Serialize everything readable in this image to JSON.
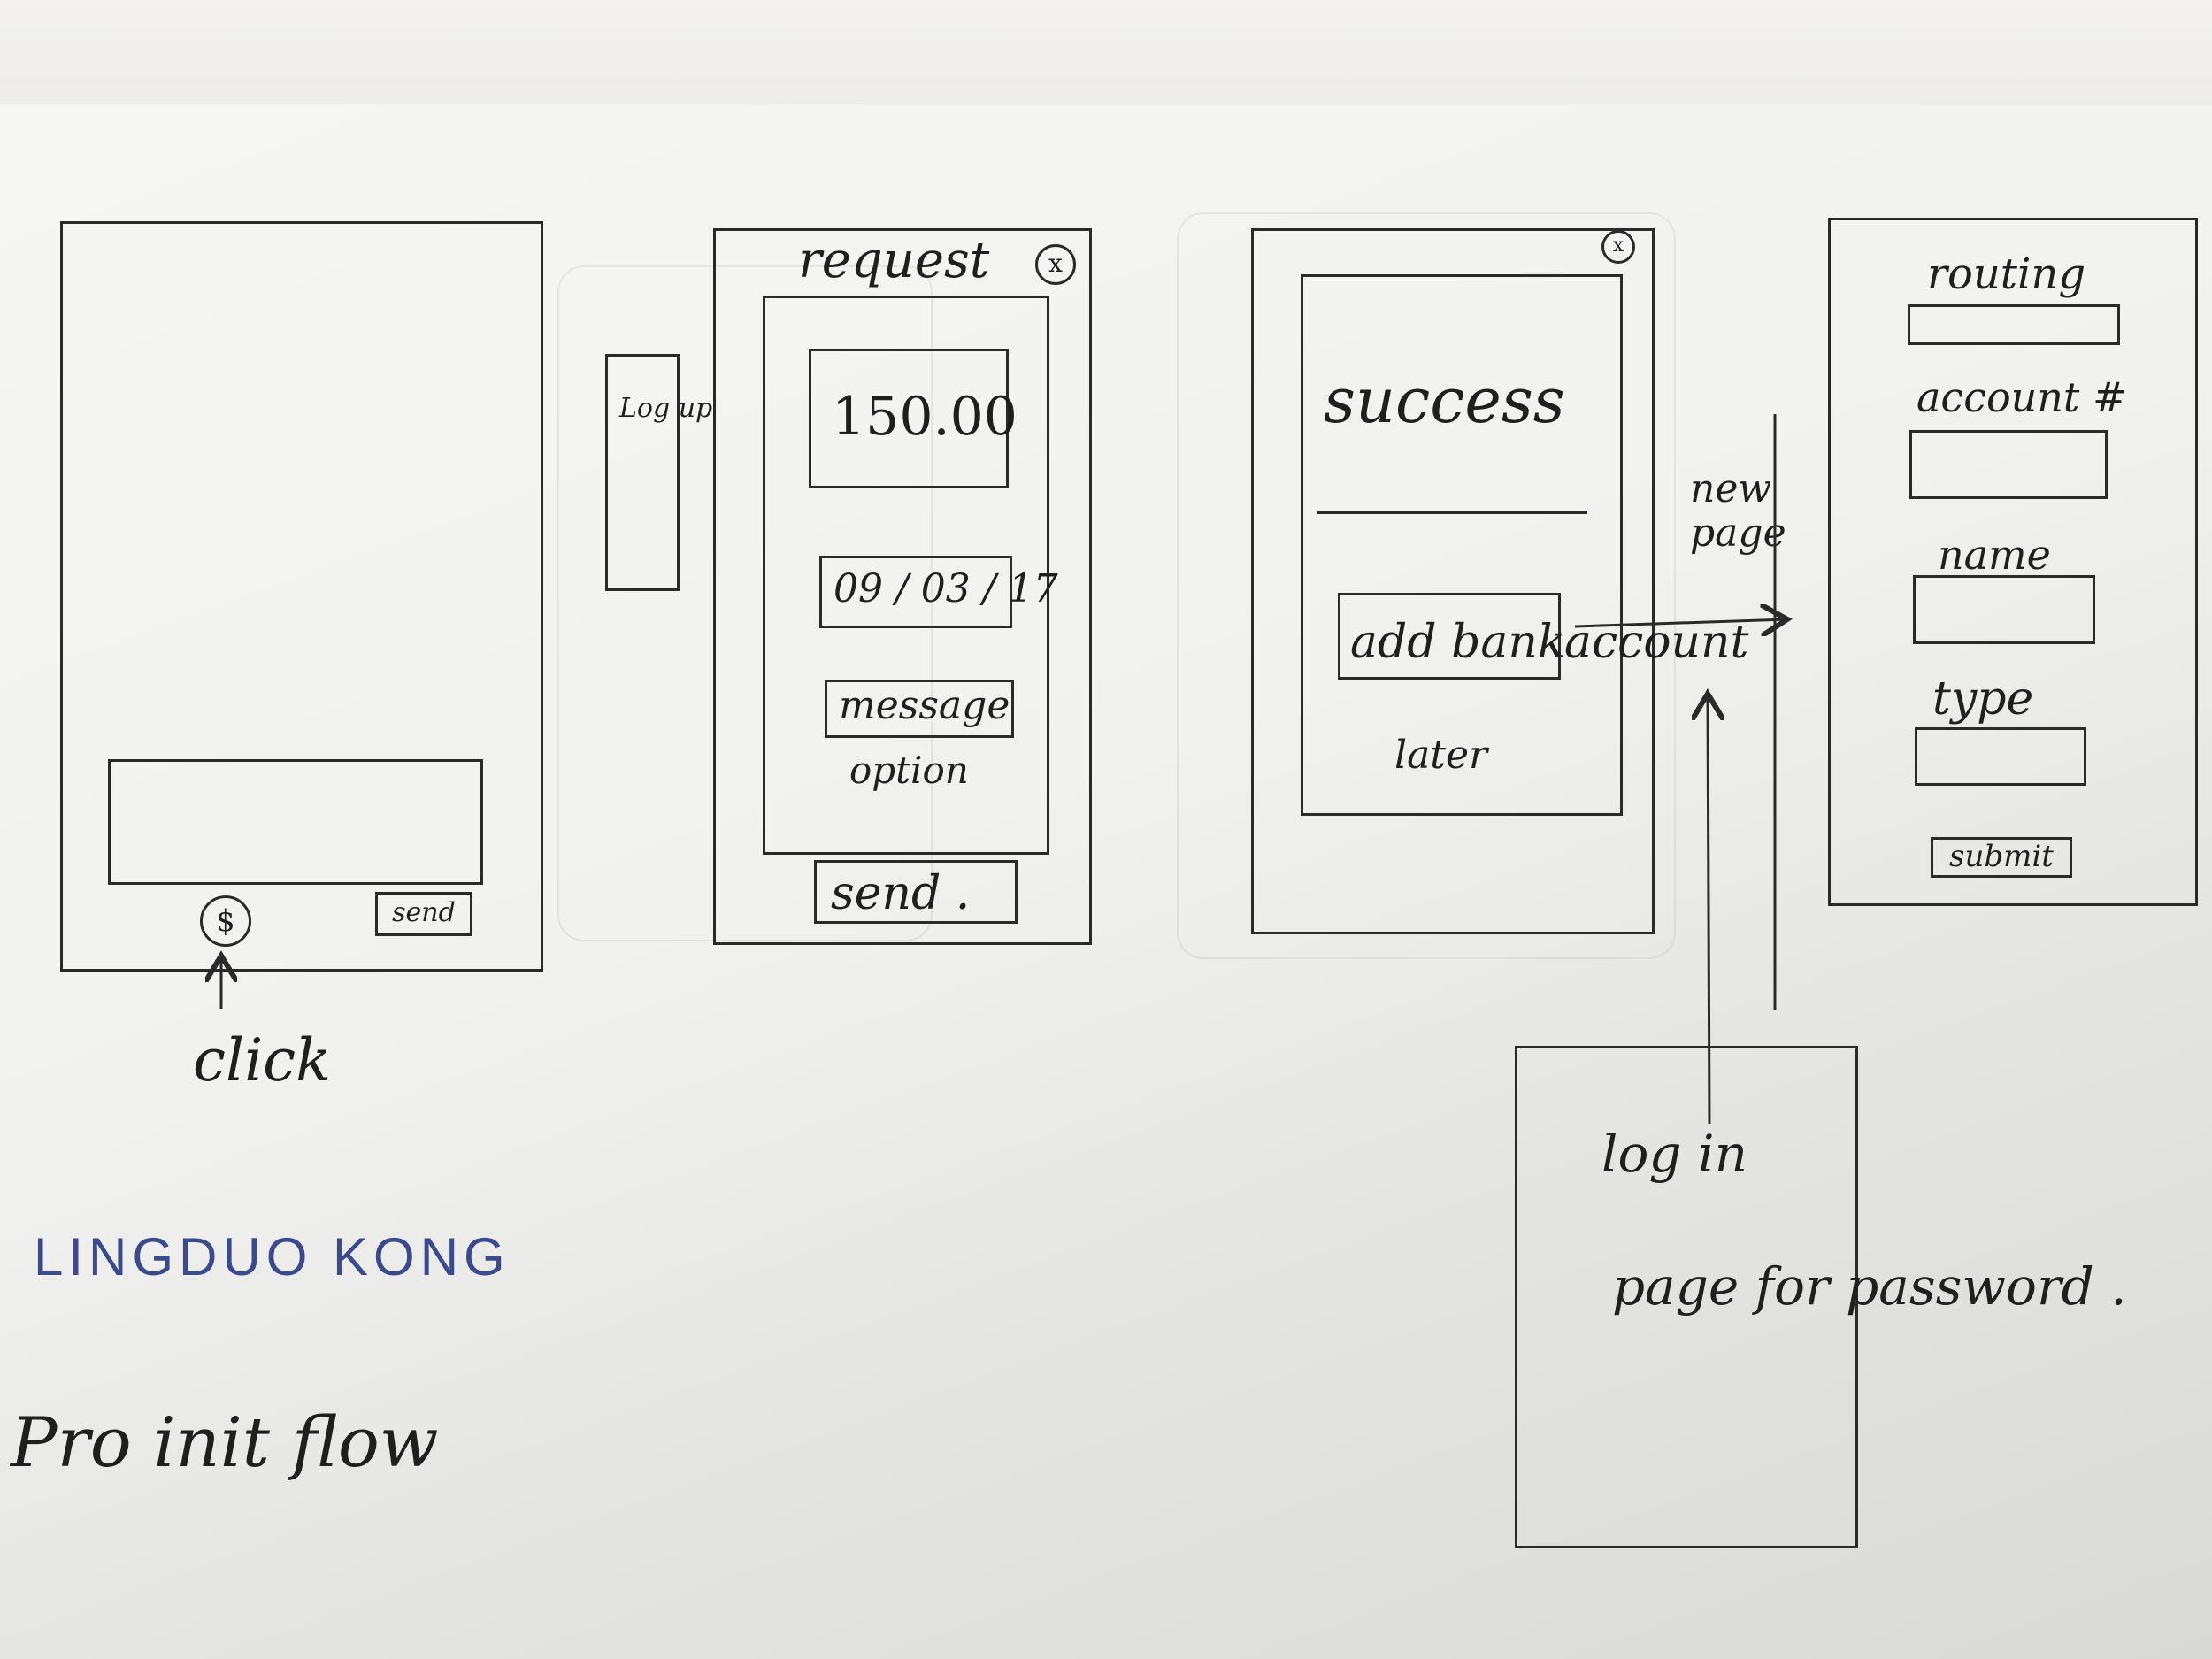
{
  "screens": {
    "home": {
      "pay_button": "$",
      "send_button": "send",
      "annotation": "click"
    },
    "side_menu": {
      "label": "Log up"
    },
    "request": {
      "title": "request",
      "close": "x",
      "amount": "150.00",
      "date": "09 / 03 / 17",
      "message": "message",
      "optional": "option",
      "send": "send ."
    },
    "success": {
      "close": "x",
      "status": "success",
      "add_bank": "add bank",
      "add_bank_suffix": "account",
      "later": "later"
    },
    "flow_note": "new page",
    "login": {
      "line1": "log in",
      "line2": "page for password ."
    },
    "bank_form": {
      "routing": "routing",
      "account": "account #",
      "name": "name",
      "type": "type",
      "submit": "submit"
    }
  },
  "author": "LINGDUO KONG",
  "caption": "Pro init flow"
}
